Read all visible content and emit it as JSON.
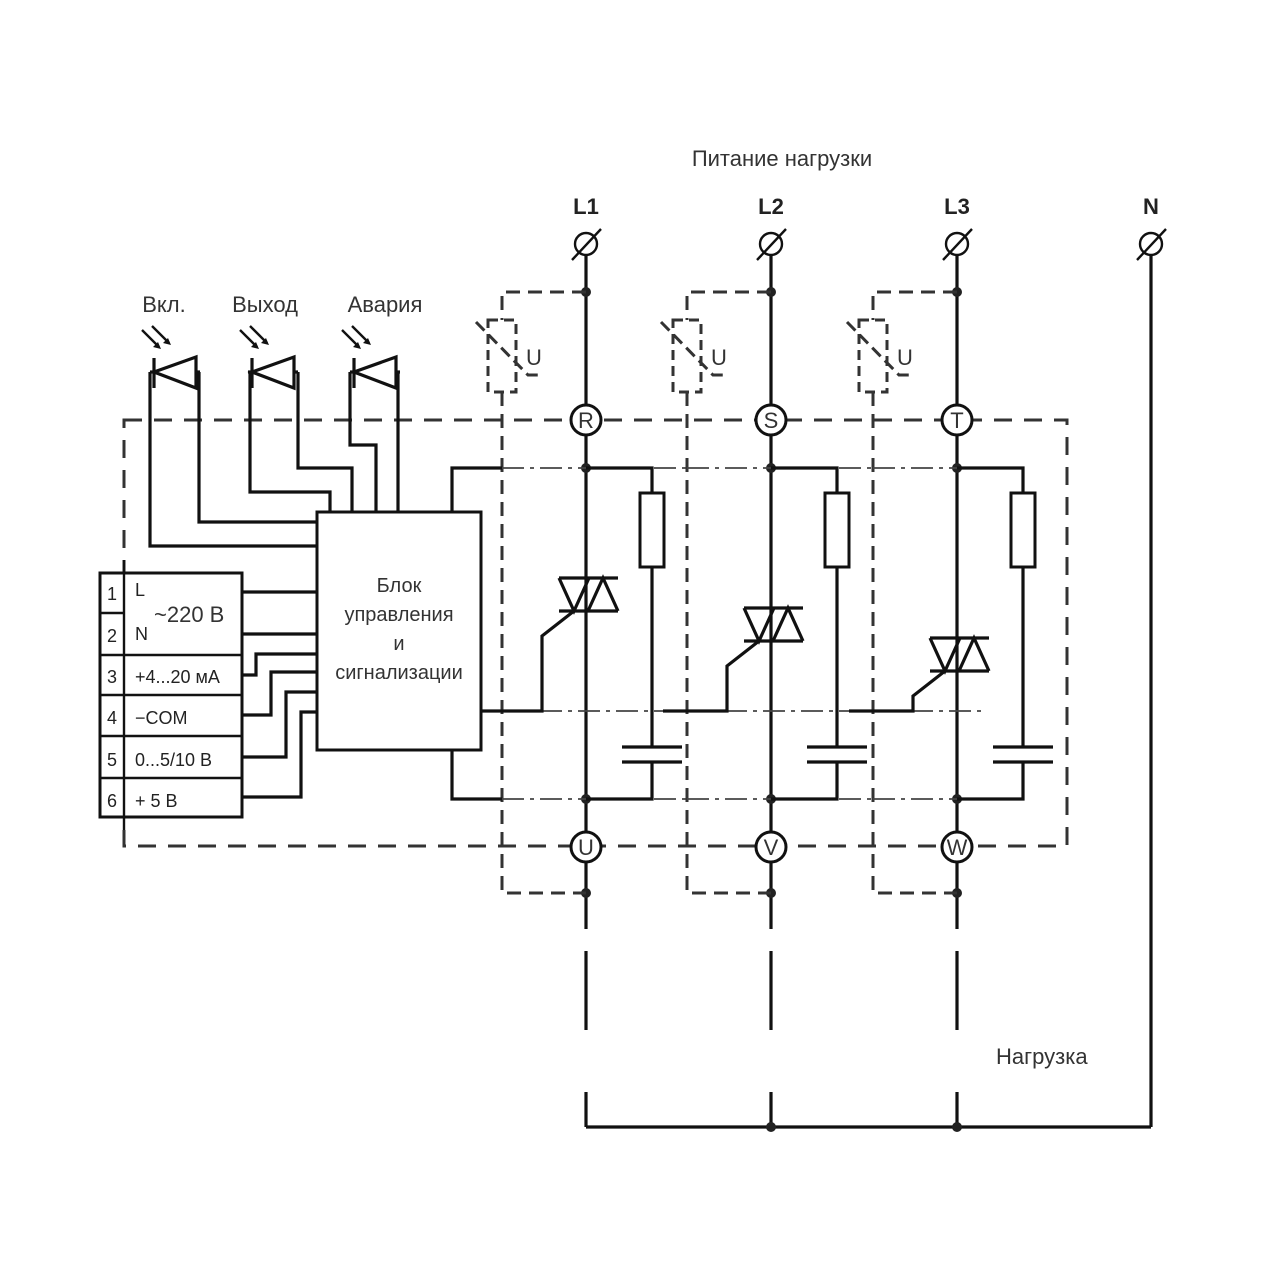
{
  "title": "Питание нагрузки",
  "phases": [
    {
      "line": "L1",
      "input": "R",
      "output": "U",
      "varistor_label": "U"
    },
    {
      "line": "L2",
      "input": "S",
      "output": "V",
      "varistor_label": "U"
    },
    {
      "line": "L3",
      "input": "T",
      "output": "W",
      "varistor_label": "U"
    }
  ],
  "neutral": "N",
  "indicators": [
    {
      "label": "Вкл."
    },
    {
      "label": "Выход"
    },
    {
      "label": "Авария"
    }
  ],
  "control_block": {
    "line1": "Блок",
    "line2": "управления",
    "line3": "и",
    "line4": "сигнализации"
  },
  "terminals": [
    {
      "num": "1",
      "label": "L"
    },
    {
      "num": "2",
      "label": "N"
    },
    {
      "num": "3",
      "label": "+4...20 мА"
    },
    {
      "num": "4",
      "label": "−COM"
    },
    {
      "num": "5",
      "label": "0...5/10 В"
    },
    {
      "num": "6",
      "label": "+  5 В"
    }
  ],
  "supply_label": "~220 В",
  "load_label": "Нагрузка"
}
